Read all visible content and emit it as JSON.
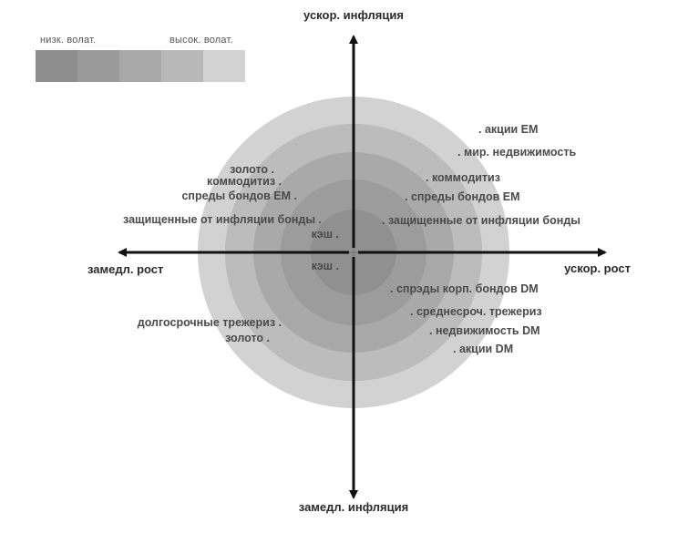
{
  "legend": {
    "low_label": "низк. волат.",
    "high_label": "высок. волат.",
    "swatches": [
      "#8e8e8e",
      "#9a9a9a",
      "#a8a8a8",
      "#b8b8b8",
      "#d2d2d2"
    ]
  },
  "rings": {
    "colors": [
      "#d2d2d2",
      "#bcbcbc",
      "#a9a9a9",
      "#9c9c9c",
      "#909090"
    ]
  },
  "axes": {
    "top": "ускор. инфляция",
    "bottom": "замедл. инфляция",
    "left": "замедл. рост",
    "right": "ускор. рост"
  },
  "assets": {
    "upper_right": [
      "акции EM",
      "мир. недвижимость",
      "коммодитиз",
      "спреды бондов EM",
      "защищенные от инфляции бонды"
    ],
    "upper_left": [
      "золото",
      "коммодитиз",
      "спреды бондов EM",
      "защищенные от инфляции бонды",
      "кэш"
    ],
    "lower_left": [
      "кэш",
      "долгосрочные трежериз",
      "золото"
    ],
    "lower_right": [
      "спрэды корп. бондов DM",
      "среднесроч. трежериз",
      "недвижимость DM",
      "акции DM"
    ]
  }
}
